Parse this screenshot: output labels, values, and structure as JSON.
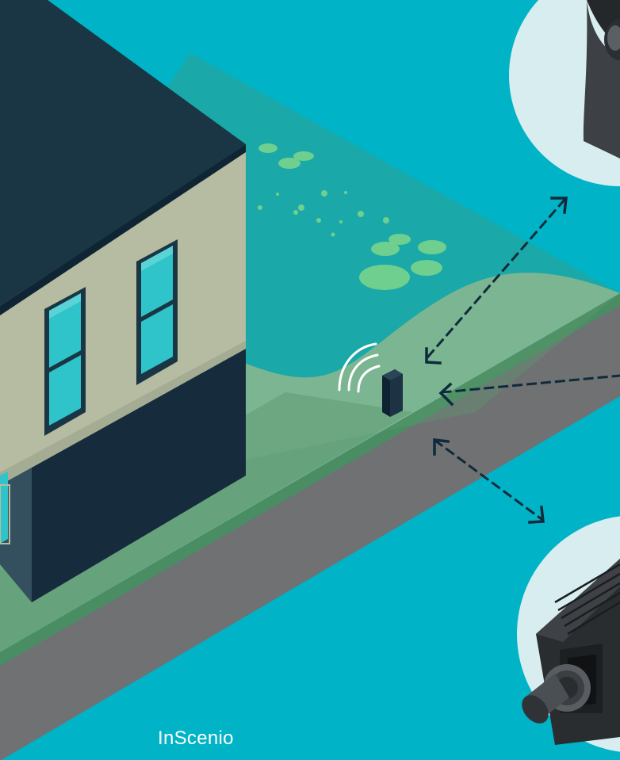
{
  "brand": {
    "text": "InScenio"
  },
  "colors": {
    "background": "#00b3c6",
    "water": "#1aa9a8",
    "grass": "#7cb592",
    "grass_dark": "#4f8a65",
    "path": "#707275",
    "wall_light": "#b6bca2",
    "wall_dark": "#16293a",
    "roof": "#1a3644",
    "window": "#2ec4c9",
    "lily_pad": "#6fcf8f",
    "arrow": "#0f2a3a",
    "callout_bg": "#d7edef",
    "device": "#1d2b35"
  },
  "icons": {
    "wifi": "wireless-signal-icon",
    "sensor": "sensor-device-icon",
    "arrows": [
      "double-arrow-icon-top",
      "arrow-icon-right",
      "double-arrow-icon-bottom"
    ]
  }
}
